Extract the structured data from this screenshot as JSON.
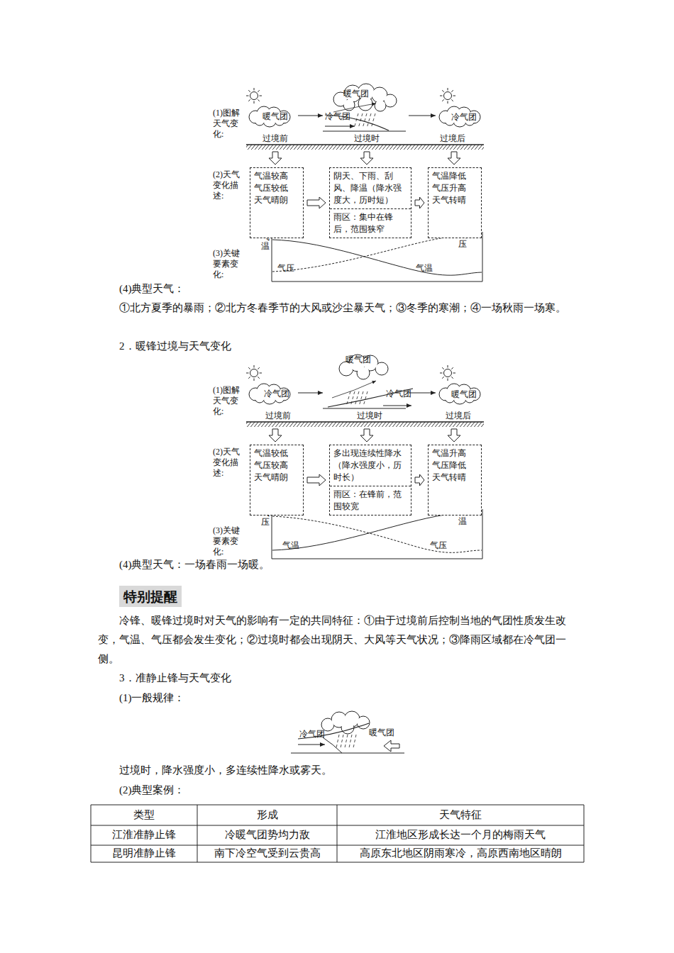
{
  "diagram": {
    "nodes": [
      {
        "text": [
          "气温较高",
          "气压较低",
          "天气晴朗"
        ]
      },
      {
        "text": [
          "阴天、下雨、刮风、降温（降水强度大，历时短）",
          "雨区：集中在锋后，范围狭窄"
        ]
      },
      {
        "text": [
          "气温降低",
          "气压升高",
          "天气转晴"
        ]
      },
      {
        "text": [
          "气温较低",
          "气压较高",
          "天气晴朗"
        ]
      },
      {
        "text": [
          "多出现连续性降水（降水强度小，历时长）",
          "雨区：在锋前，范围较宽"
        ]
      },
      {
        "text": [
          "气温升高",
          "气压降低",
          "天气转晴"
        ]
      },
      {
        "text": [
          "特别提醒"
        ]
      }
    ],
    "edges": [
      {
        "from": 0,
        "to": 1,
        "arrow": "to"
      },
      {
        "from": 1,
        "to": 2,
        "arrow": "to"
      },
      {
        "from": 3,
        "to": 4,
        "arrow": "to"
      },
      {
        "from": 4,
        "to": 5,
        "arrow": "to"
      }
    ],
    "labels": [
      "(1)图解天气变化:",
      "暖气团",
      "冷气团",
      "暖气团",
      "冷气团",
      "过境前",
      "过境时",
      "过境后",
      "(2)天气变化描述:",
      "(3)关键要素变化:",
      "气温",
      "气压",
      "气压",
      "气温",
      "(4)典型天气：",
      "①北方夏季的暴雨；②北方冬春季节的大风或沙尘暴天气；③冬季的寒潮；④一场秋雨一场寒。",
      "2．暖锋过境与天气变化",
      "(1)图解天气变化:",
      "冷气团",
      "暖气团",
      "冷气团",
      "暖气团",
      "过境前",
      "过境时",
      "过境后",
      "(2)天气变化描述:",
      "(3)关键要素变化:",
      "气压",
      "气温",
      "气温",
      "气压",
      "(4)典型天气：一场春雨一场暖。",
      "冷锋、暖锋过境时对天气的影响有一定的共同特征：①由于过境前后控制当地的气团性质发生改变，气温、气压都会发生变化；②过境时都会出现阴天、大风等天气状况；③降雨区域都在冷气团一侧。",
      "3．准静止锋与天气变化",
      "(1)一般规律：",
      "冷气团",
      "暖气团",
      "过境时，降水强度小，多连续性降水或雾天。",
      "(2)典型案例：",
      "类型",
      "形成",
      "天气特征",
      "江淮准静止锋",
      "冷暖气团势均力敌",
      "江淮地区形成长达一个月的梅雨天气",
      "昆明准静止锋",
      "南下冷空气受到云贵高",
      "高原东北地区阴雨寒冷，高原西南地区晴朗"
    ]
  }
}
